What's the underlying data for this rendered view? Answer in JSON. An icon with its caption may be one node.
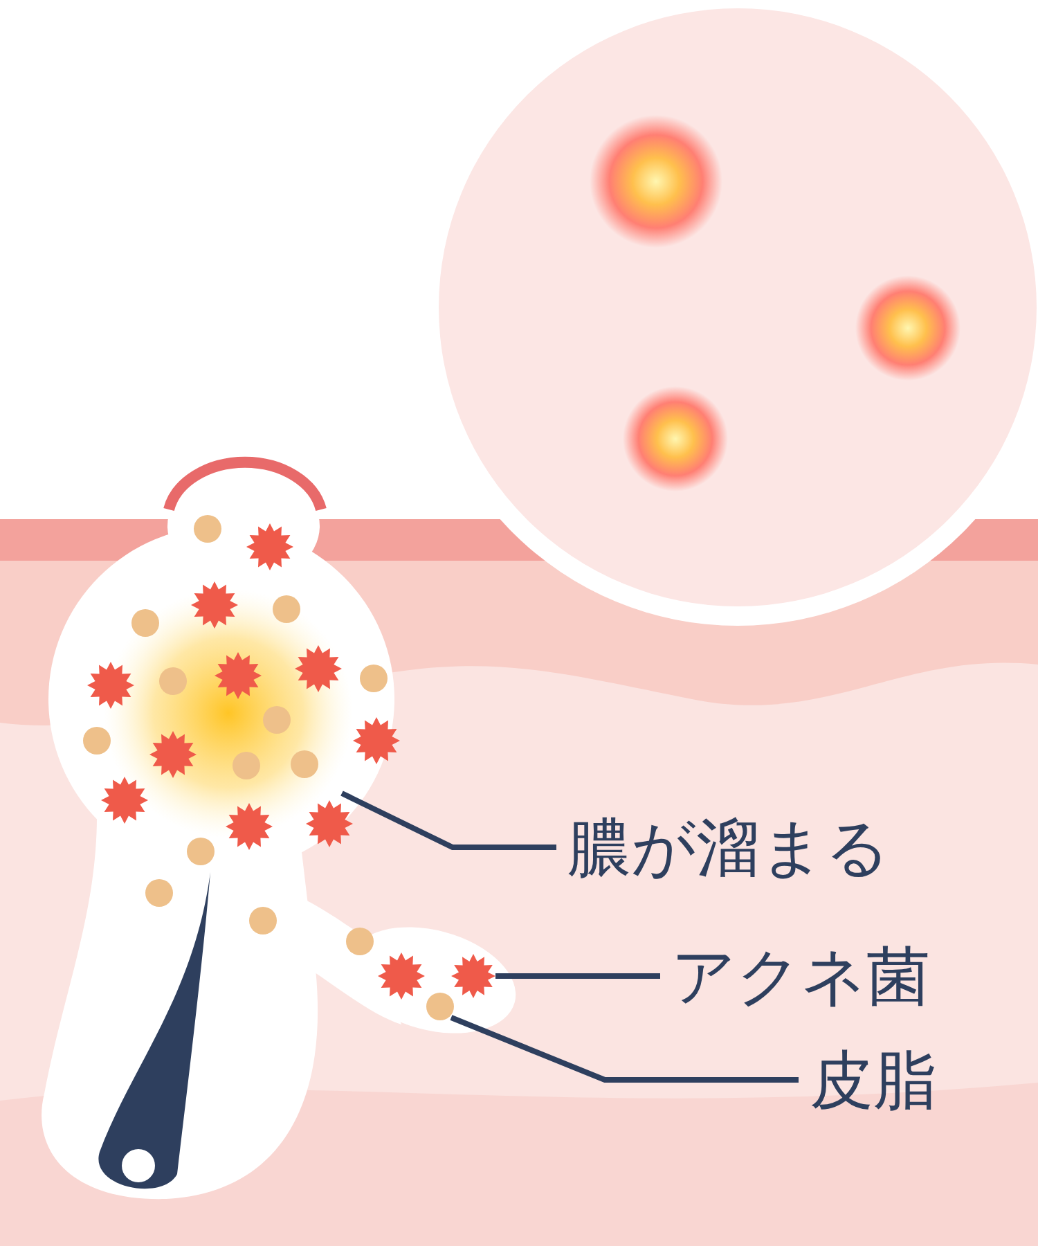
{
  "diagram": {
    "nodes": [
      {
        "text": [
          "膿が溜まる"
        ]
      },
      {
        "text": [
          "アクネ菌"
        ]
      },
      {
        "text": [
          "皮脂"
        ]
      },
      {
        "text": [],
        "shape": "picture"
      },
      {
        "text": [],
        "shape": "picture"
      },
      {
        "text": [],
        "shape": "circle"
      }
    ],
    "edges": [
      {
        "from": 0,
        "to": 3,
        "arrow": "none"
      },
      {
        "from": 1,
        "to": 4,
        "arrow": "none"
      },
      {
        "from": 2,
        "to": 5,
        "arrow": "none"
      }
    ]
  }
}
